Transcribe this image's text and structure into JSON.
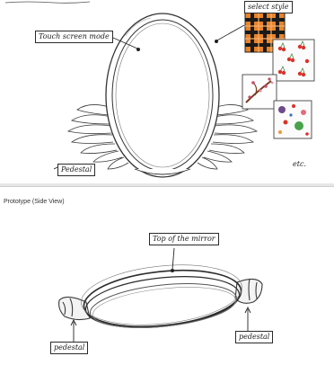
{
  "front_view": {
    "header": "",
    "labels": {
      "touch_screen_mode": "Touch screen mode",
      "select_style": "select style",
      "pedestal": "Pedestal",
      "etc": "etc."
    }
  },
  "side_view": {
    "header": "Prototype (Side View)",
    "labels": {
      "top_of_mirror": "Top of the mirror",
      "pedestal_left": "pedestal",
      "pedestal_right": "pedestal"
    }
  }
}
